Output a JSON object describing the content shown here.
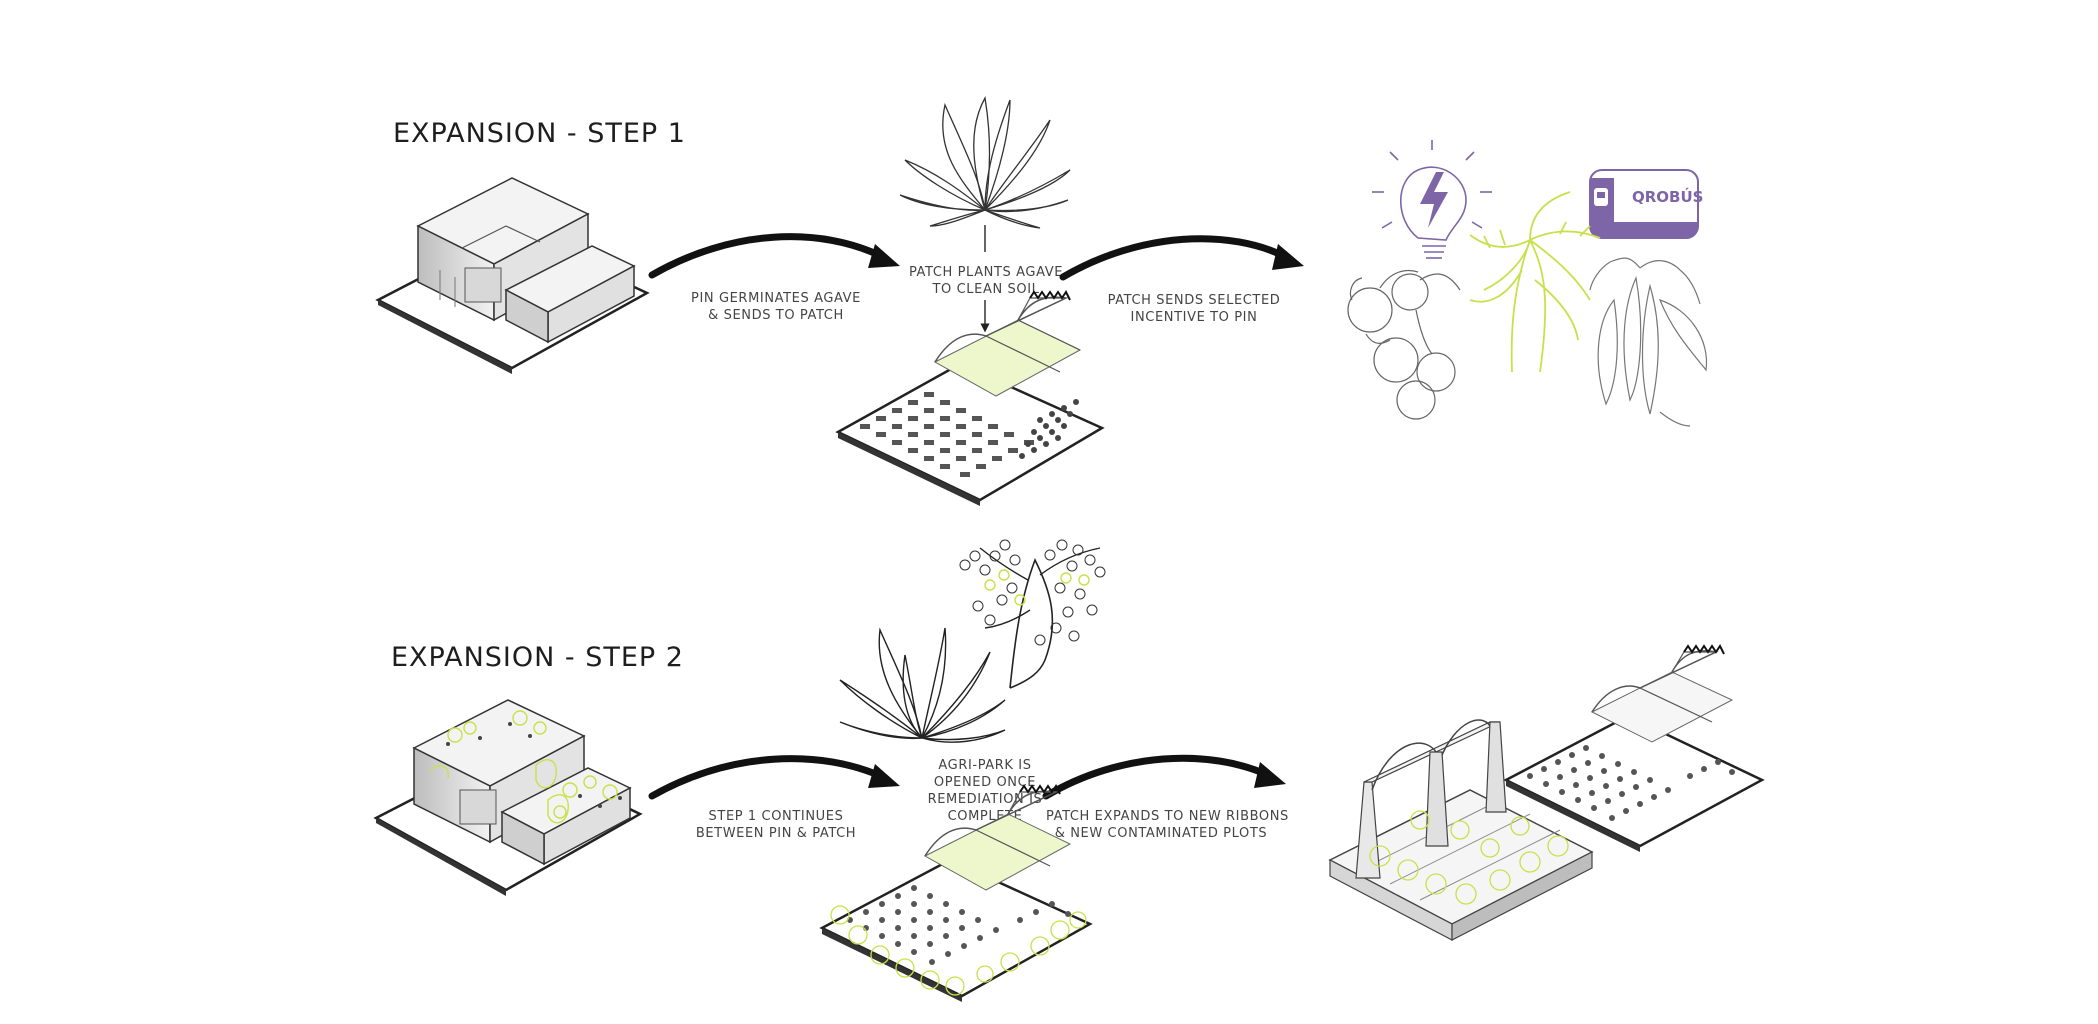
{
  "steps": [
    {
      "title": "EXPANSION - STEP 1",
      "labels": {
        "pin_to_patch": [
          "PIN GERMINATES AGAVE",
          "& SENDS TO PATCH"
        ],
        "patch_plants": [
          "PATCH PLANTS AGAVE",
          "TO CLEAN SOIL"
        ],
        "patch_to_pin": [
          "PATCH SENDS SELECTED",
          "INCENTIVE TO PIN"
        ]
      }
    },
    {
      "title": "EXPANSION - STEP 2",
      "labels": {
        "continues": [
          "STEP 1 CONTINUES",
          "BETWEEN PIN & PATCH"
        ],
        "agri_park": [
          "AGRI-PARK IS",
          "OPENED ONCE",
          "REMEDIATION IS",
          "COMPLETE"
        ],
        "expands": [
          "PATCH EXPANDS TO NEW RIBBONS",
          "& NEW CONTAMINATED PLOTS"
        ]
      }
    }
  ],
  "icons": {
    "bus_badge": "QROBÚS"
  },
  "colors": {
    "line": "#222222",
    "accent_green": "#c9e04a",
    "purple": "#7d65a8",
    "gray_block": "#e6e6e6"
  }
}
